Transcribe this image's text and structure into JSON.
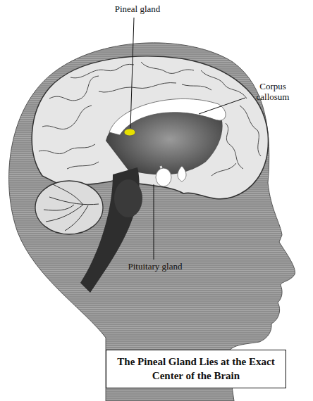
{
  "diagram": {
    "caption": "The Pineal Gland Lies at the Exact Center of the Brain",
    "labels": [
      "Pineal gland",
      "Corpus callosum",
      "Pituitary gland"
    ]
  }
}
